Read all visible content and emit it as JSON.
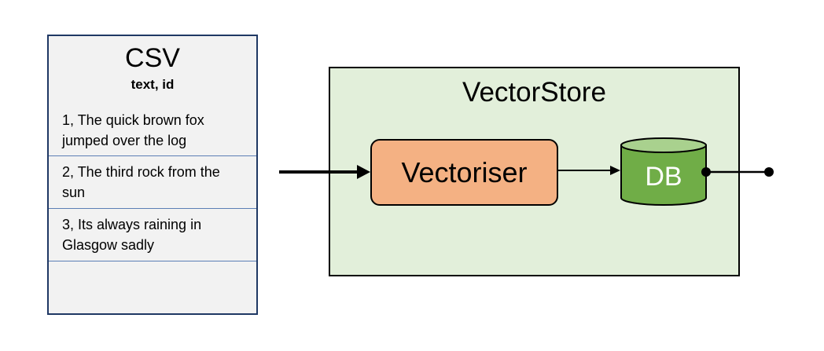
{
  "csv": {
    "title": "CSV",
    "columns": "text, id",
    "rows": [
      "1, The quick brown fox jumped over the log",
      "2, The third rock from the sun",
      "3, Its always raining in Glasgow sadly",
      ""
    ]
  },
  "vector_store": {
    "title": "VectorStore",
    "vectoriser_label": "Vectoriser",
    "db_label": "DB"
  },
  "colors": {
    "csv_fill": "#f2f2f2",
    "csv_border": "#1f3864",
    "vector_store_fill": "#e2efda",
    "vectoriser_fill": "#f4b183",
    "db_fill": "#70ad47",
    "db_top": "#a9d18e"
  }
}
